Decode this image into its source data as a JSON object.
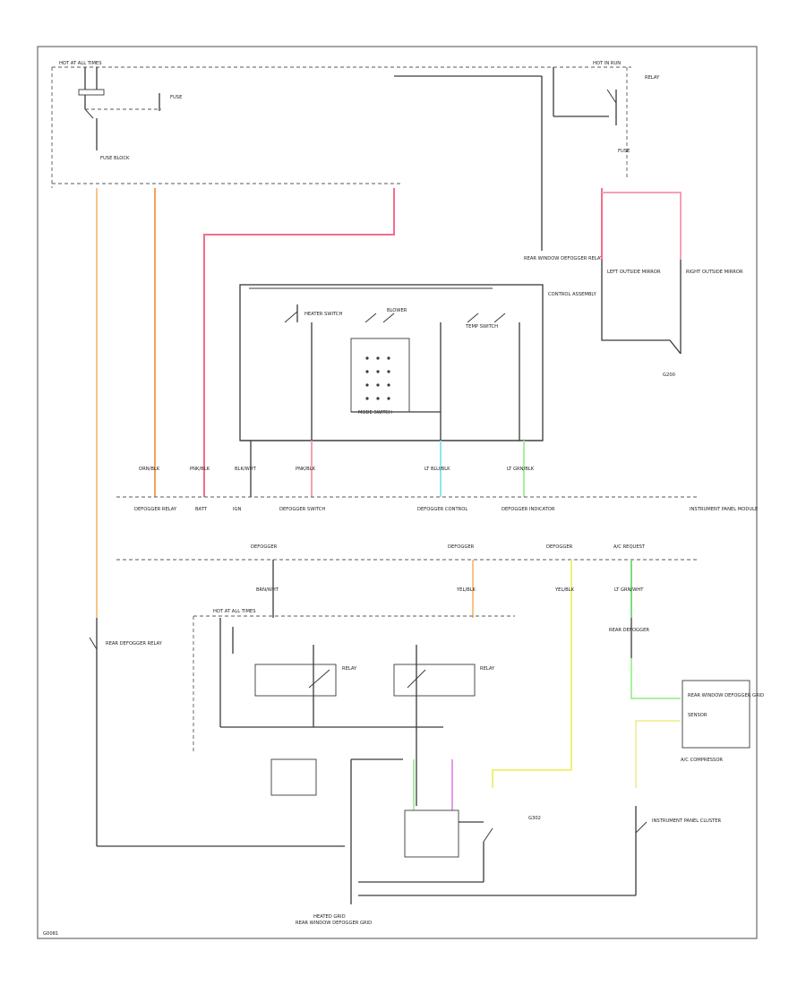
{
  "colors": {
    "orange": "#f5a25b",
    "light_orange": "#f8c48a",
    "pink": "#f46d8a",
    "light_pink": "#f6a0b4",
    "cyan": "#8ee6ee",
    "light_green": "#a8f0a0",
    "green": "#7fd97f",
    "yellow": "#f0f07a",
    "magenta": "#e29ae8",
    "wire_black": "#3a3a3a"
  },
  "labels": {
    "hot_all": "HOT AT ALL TIMES",
    "hot_run": "HOT IN RUN",
    "fuse_top": "FUSE",
    "fuse_right": "FUSE",
    "fuse_blk": "FUSE BLOCK",
    "ret_relay": "REAR WINDOW DEFOGGER RELAY",
    "relay_top": "RELAY",
    "htr_switch": "HEATER SWITCH",
    "blower": "BLOWER",
    "mode": "MODE SWITCH",
    "temp": "TEMP SWITCH",
    "ctrl_assy": "CONTROL ASSEMBLY",
    "left_mirror": "LEFT OUTSIDE MIRROR",
    "right_mirror": "RIGHT OUTSIDE MIRROR",
    "ground_r": "G200",
    "w1": "ORN/BLK",
    "w2": "PNK/BLK",
    "w3": "BLK/WHT",
    "w4": "PNK/BLK",
    "w5": "LT BLU/BLK",
    "w6": "LT GRN/BLK",
    "c1": "DEFOGGER RELAY",
    "c2": "BATT",
    "c3": "IGN",
    "c4": "DEFOGGER SWITCH",
    "c5": "DEFOGGER CONTROL",
    "c6": "DEFOGGER INDICATOR",
    "ipm": "INSTRUMENT PANEL MODULE",
    "s1": "DEFOGGER",
    "s2": "DEFOGGER",
    "s3": "DEFOGGER",
    "s4": "A/C REQUEST",
    "ws1": "BRN/WHT",
    "ws2": "YEL/BLK",
    "ws3": "YEL/BLK",
    "ws4": "LT GRN/WHT",
    "hot_b": "HOT AT ALL TIMES",
    "relay_l": "RELAY",
    "relay_r": "RELAY",
    "rear_def": "REAR DEFOGGER",
    "rear_def2": "REAR WINDOW DEFOGGER GRID",
    "sensor": "SENSOR",
    "ac_comp": "A/C COMPRESSOR",
    "grd_b": "G302",
    "ipc": "INSTRUMENT PANEL CLUSTER",
    "bottom_grid": "HEATED GRID",
    "bottom_note": "REAR WINDOW DEFOGGER GRID",
    "rh_note": "REAR DEFOGGER RELAY",
    "footer": "G0081"
  }
}
